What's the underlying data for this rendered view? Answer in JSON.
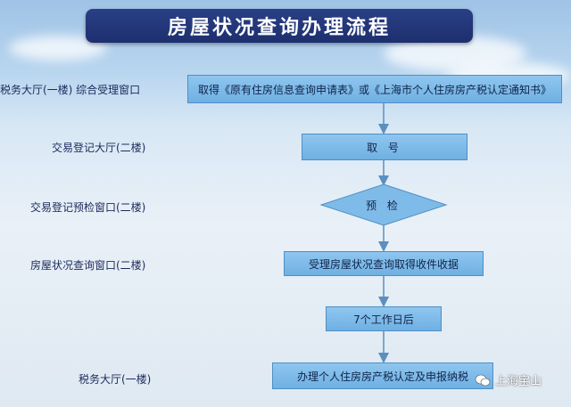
{
  "title": "房屋状况查询办理流程",
  "rows": [
    {
      "location": "税务大厅(一楼) 综合受理窗口",
      "step": "取得《原有住房信息查询申请表》或《上海市个人住房房产税认定通知书》",
      "shape": "rect"
    },
    {
      "location": "交易登记大厅(二楼)",
      "step": "取  号",
      "shape": "rect"
    },
    {
      "location": "交易登记预检窗口(二楼)",
      "step": "预  检",
      "shape": "diamond"
    },
    {
      "location": "房屋状况查询窗口(二楼)",
      "step": "受理房屋状况查询取得收件收据",
      "shape": "rect"
    },
    {
      "location": "",
      "step": "7个工作日后",
      "shape": "rect"
    },
    {
      "location": "税务大厅(一楼)",
      "step": "办理个人住房房产税认定及申报纳税",
      "shape": "rect"
    }
  ],
  "watermark": "上海宝山",
  "watermark_icon": "wechat-icon"
}
